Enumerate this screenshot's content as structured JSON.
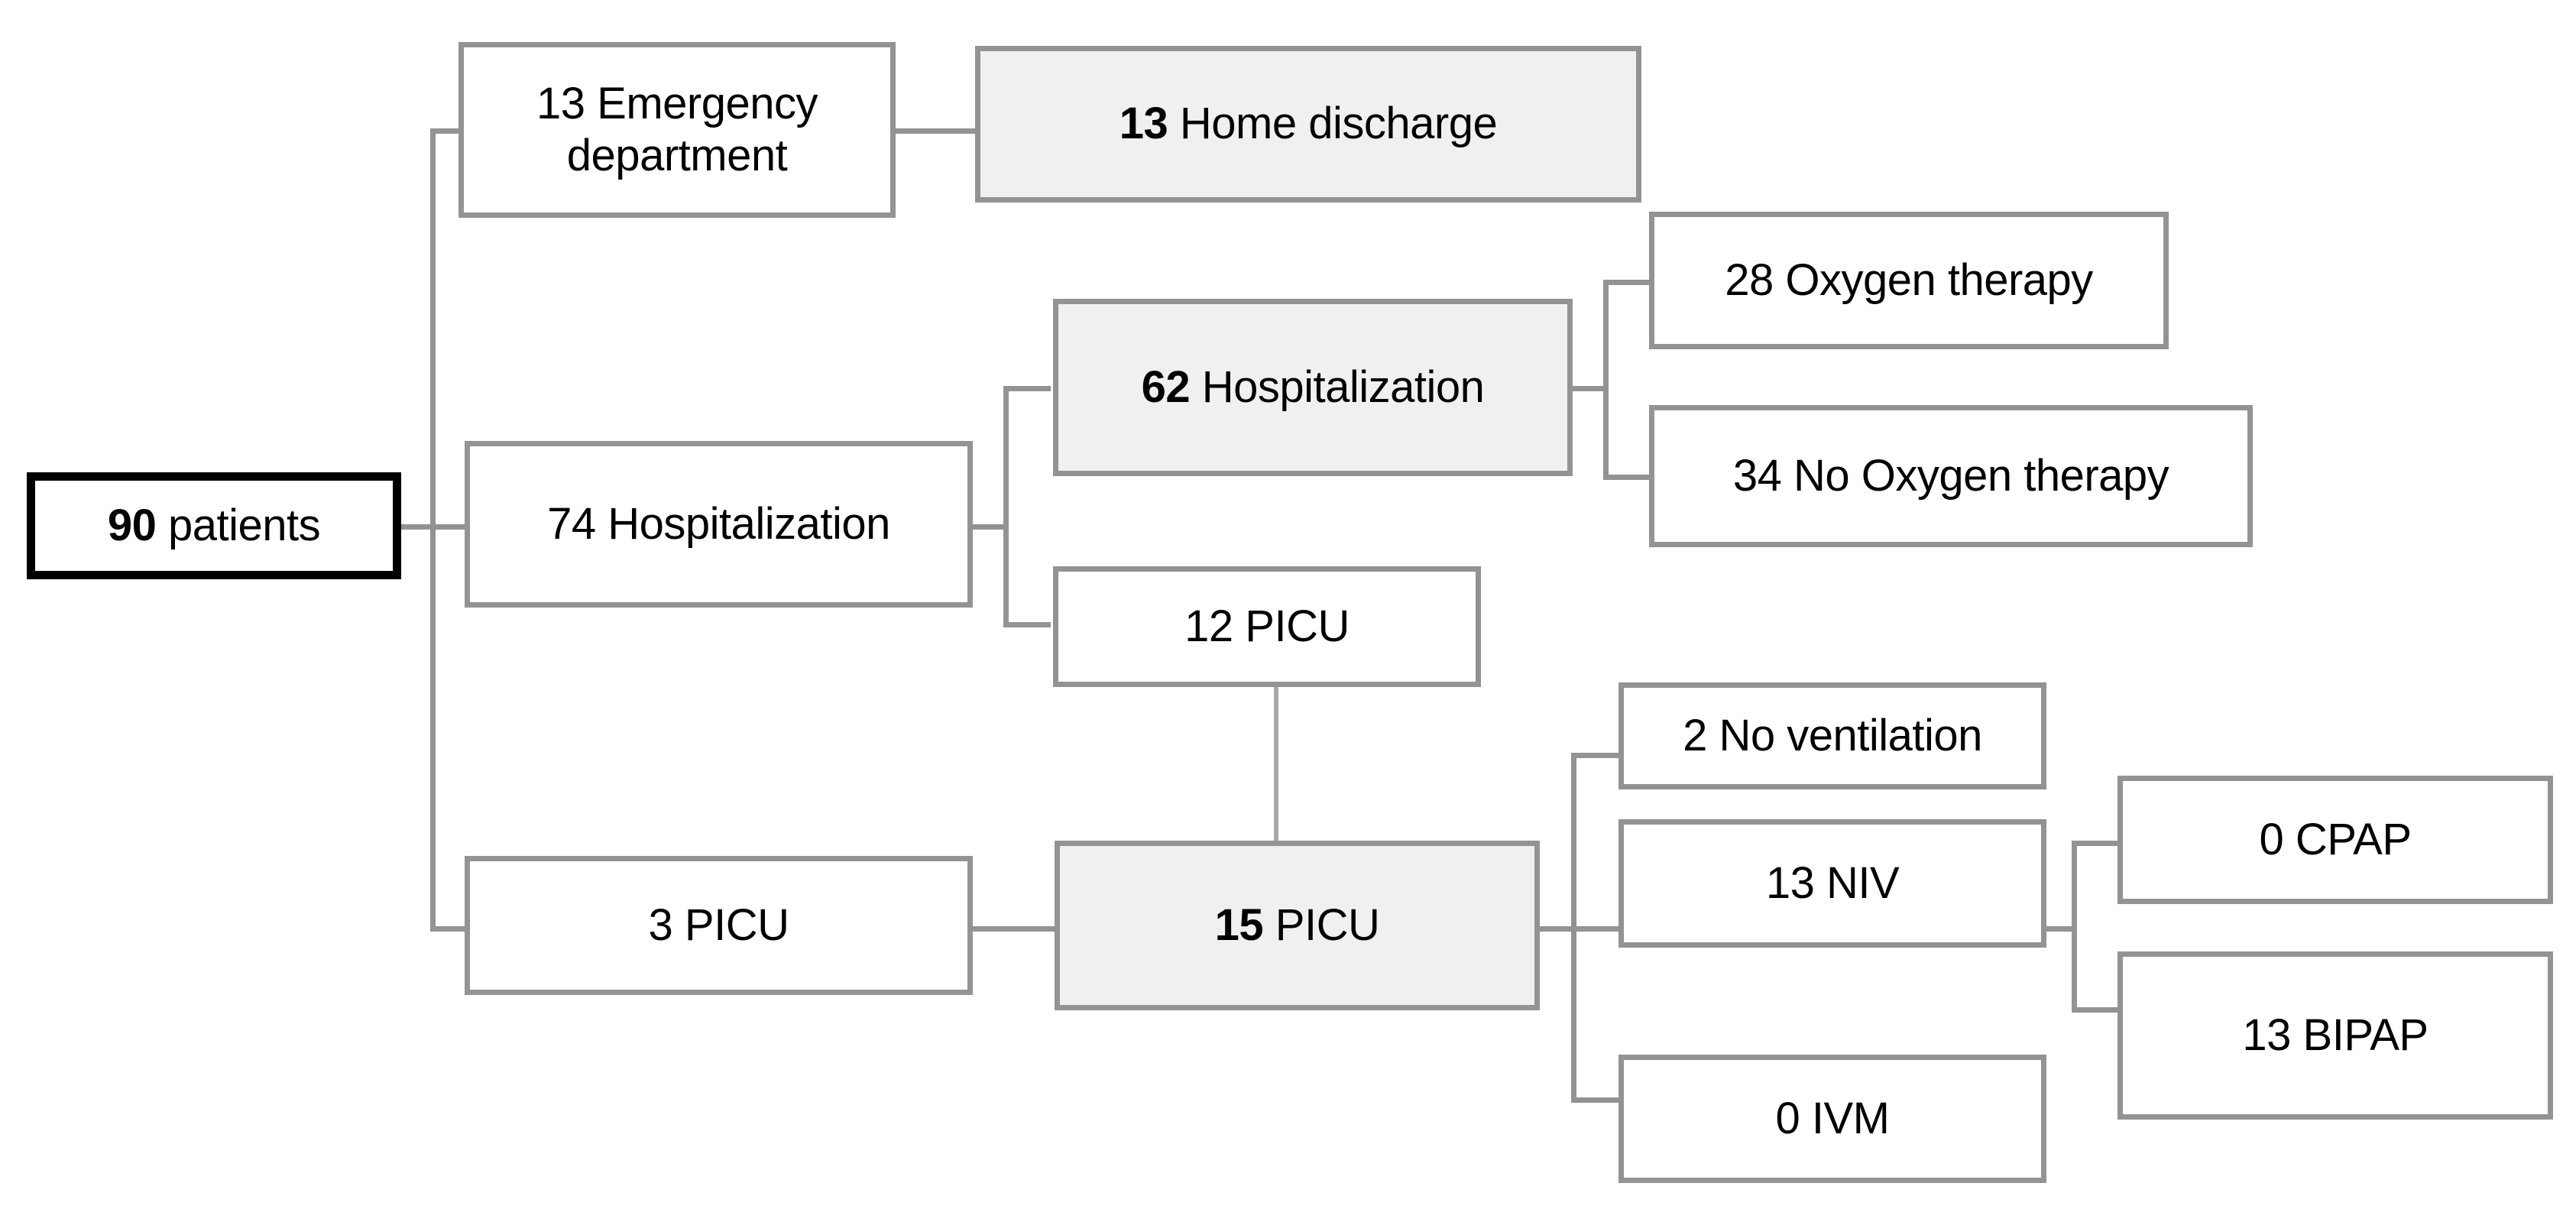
{
  "diagram": {
    "title": "Patient flow diagram",
    "colors": {
      "box_border": "#939393",
      "root_border": "#000000",
      "shaded_fill": "#f0f0f0",
      "plain_fill": "#ffffff",
      "connector": "#939393",
      "text": "#000000"
    },
    "nodes": {
      "root": {
        "count": "90",
        "label": " patients"
      },
      "emergency_department": {
        "count": "13",
        "label": "  Emergency department"
      },
      "home_discharge": {
        "count": "13",
        "label": " Home discharge"
      },
      "hospitalization_74": {
        "count": "74",
        "label": " Hospitalization"
      },
      "hospitalization_62": {
        "count": "62",
        "label": " Hospitalization"
      },
      "oxygen_therapy": {
        "count": "28",
        "label": " Oxygen therapy"
      },
      "no_oxygen_therapy": {
        "count": "34",
        "label": " No Oxygen therapy"
      },
      "picu_12": {
        "count": "12",
        "label": " PICU"
      },
      "picu_3": {
        "count": "3",
        "label": " PICU"
      },
      "picu_15": {
        "count": "15",
        "label": " PICU"
      },
      "no_ventilation": {
        "count": "2",
        "label": " No ventilation"
      },
      "niv": {
        "count": "13",
        "label": " NIV"
      },
      "ivm": {
        "count": "0",
        "label": " IVM"
      },
      "cpap": {
        "count": "0",
        "label": " CPAP"
      },
      "bipap": {
        "count": "13",
        "label": " BIPAP"
      }
    }
  },
  "chart_data": {
    "type": "table",
    "title": "Patient flow diagram",
    "categories": [
      "90 patients",
      "13 Emergency department",
      "13 Home discharge",
      "74 Hospitalization",
      "62 Hospitalization",
      "28 Oxygen therapy",
      "34 No Oxygen therapy",
      "12 PICU",
      "3 PICU",
      "15 PICU",
      "2 No ventilation",
      "13 NIV",
      "0 IVM",
      "0 CPAP",
      "13 BIPAP"
    ],
    "values": [
      90,
      13,
      13,
      74,
      62,
      28,
      34,
      12,
      3,
      15,
      2,
      13,
      0,
      0,
      13
    ]
  }
}
